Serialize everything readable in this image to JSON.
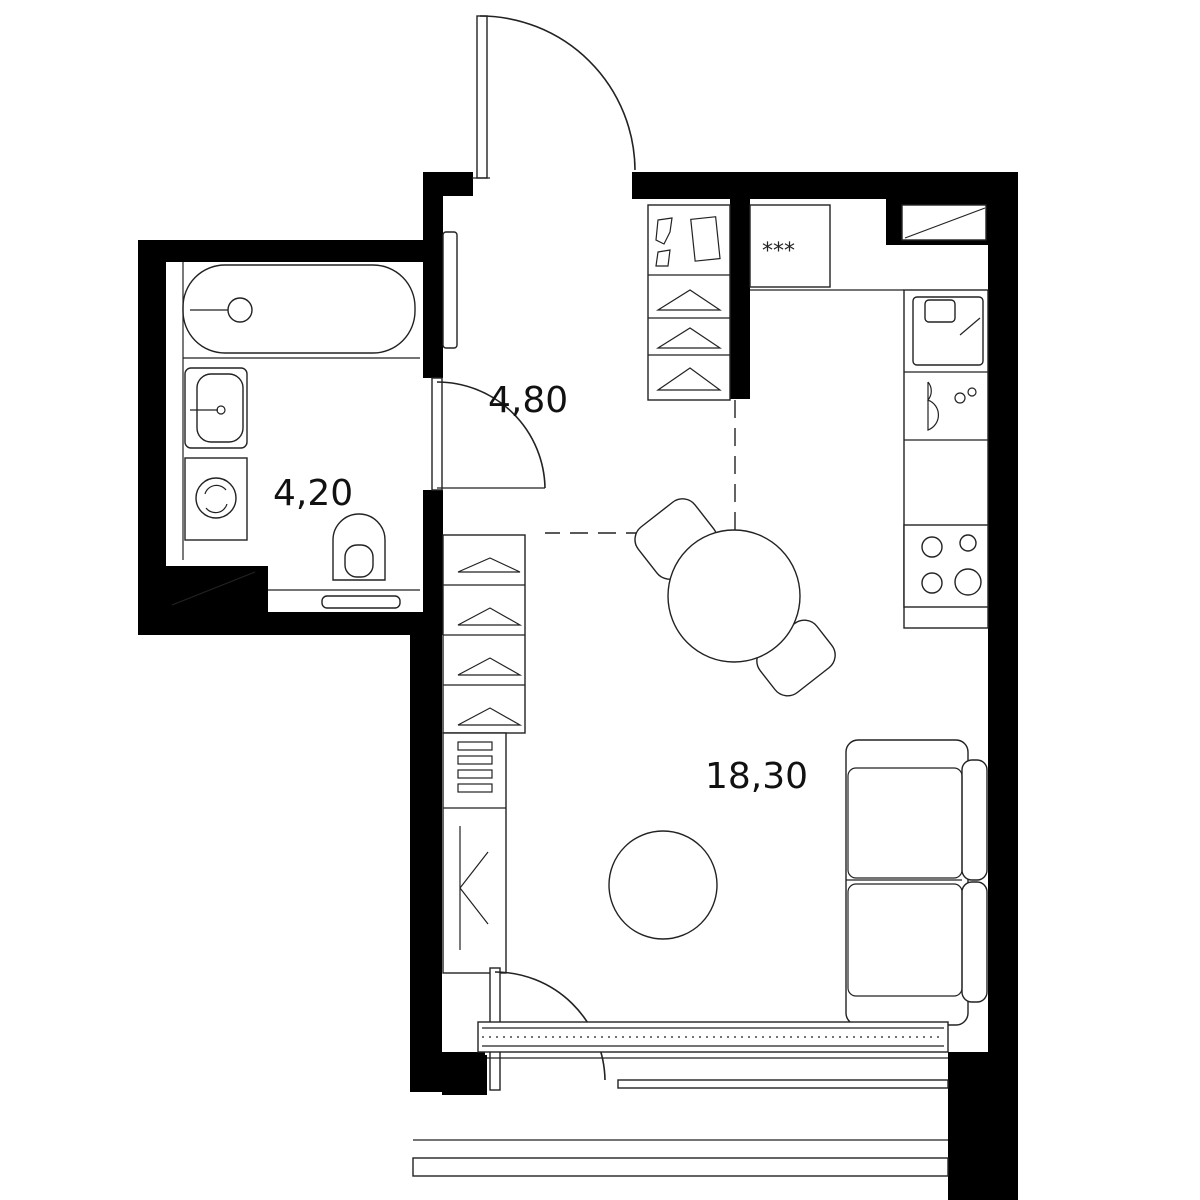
{
  "rooms": {
    "hall": {
      "area": "4,80"
    },
    "bathroom": {
      "area": "4,20"
    },
    "living": {
      "area": "18,30"
    }
  },
  "fixtures": {
    "stove_glyph": "***"
  },
  "colors": {
    "wall": "#000000",
    "line": "#222222",
    "background": "#ffffff"
  }
}
